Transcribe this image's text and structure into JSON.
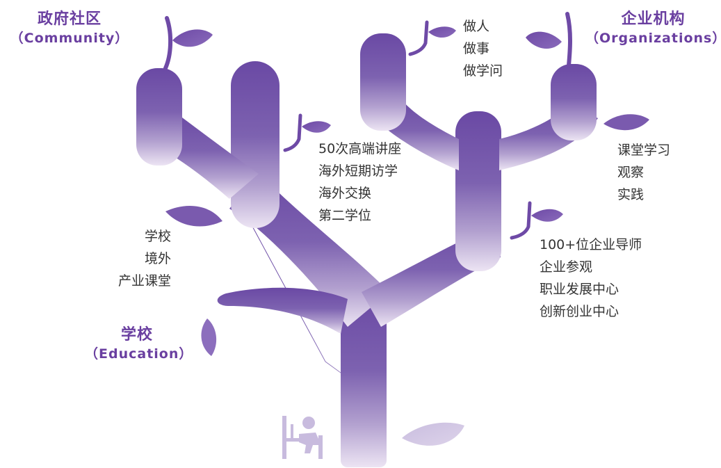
{
  "sections": {
    "community": {
      "title": "政府社区",
      "subtitle": "（Community）",
      "items": [
        "学校",
        "境外",
        "产业课堂"
      ]
    },
    "organizations": {
      "title": "企业机构",
      "subtitle": "（Organizations）",
      "items": [
        "课堂学习",
        "观察",
        "实践"
      ]
    },
    "education": {
      "title": "学校",
      "subtitle": "（Education）"
    }
  },
  "branch_lists": {
    "top_center": [
      "做人",
      "做事",
      "做学问"
    ],
    "middle_left": [
      "50次高端讲座",
      "海外短期访学",
      "海外交换",
      "第二学位"
    ],
    "middle_right": [
      "100+位企业导师",
      "企业参观",
      "职业发展中心",
      "创新创业中心"
    ]
  },
  "colors": {
    "tree_top": "#6a49a4",
    "tree_bottom": "#ece4f3",
    "leaf": "#6e4aa6",
    "title": "#6a3fa0",
    "text": "#333333"
  },
  "icons": [
    "sprout-icon",
    "leaf-icon",
    "student-desk-icon"
  ]
}
